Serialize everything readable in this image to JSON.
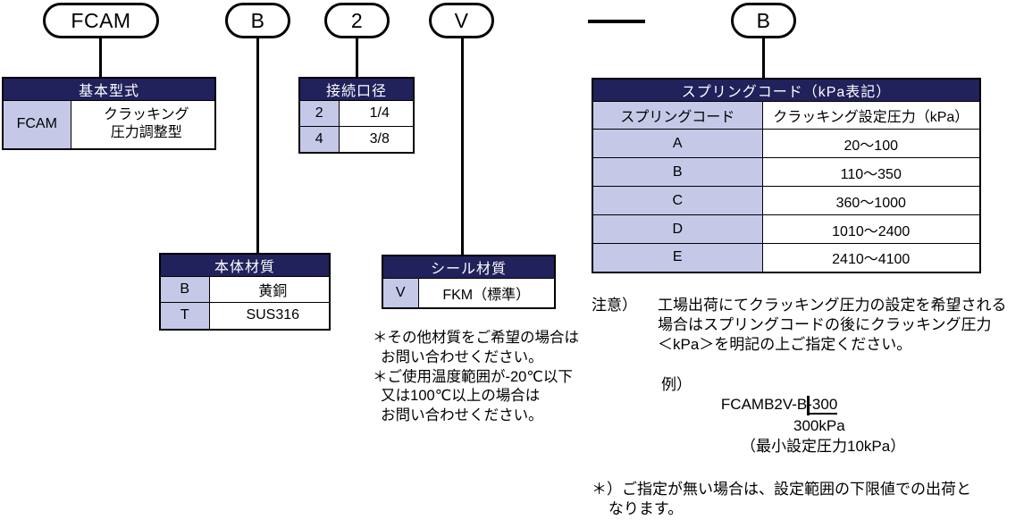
{
  "diagram": {
    "title": "FCAM product code breakdown",
    "colors": {
      "header_navy": "#21215c",
      "key_lavender": "#c6c8e8",
      "line_black": "#000000",
      "background": "#ffffff"
    }
  },
  "code_capsules": [
    {
      "name": "basic-model",
      "value": "FCAM"
    },
    {
      "name": "body-material",
      "value": "B"
    },
    {
      "name": "port-size",
      "value": "2"
    },
    {
      "name": "seal-material",
      "value": "V"
    },
    {
      "name": "spring-code",
      "value": "B"
    }
  ],
  "separator_dash": "—",
  "tables": {
    "basic_model": {
      "header": "基本型式",
      "rows": [
        {
          "code": "FCAM",
          "desc": "クラッキング\n圧力調整型"
        }
      ]
    },
    "port_size": {
      "header": "接続口径",
      "rows": [
        {
          "code": "2",
          "desc": "1/4"
        },
        {
          "code": "4",
          "desc": "3/8"
        }
      ]
    },
    "body_material": {
      "header": "本体材質",
      "rows": [
        {
          "code": "B",
          "desc": "黄銅"
        },
        {
          "code": "T",
          "desc": "SUS316"
        }
      ]
    },
    "seal_material": {
      "header": "シール材質",
      "rows": [
        {
          "code": "V",
          "desc": "FKM（標準）"
        }
      ]
    },
    "spring_code": {
      "header": "スプリングコード（kPa表記）",
      "columns": [
        "スプリングコード",
        "クラッキング設定圧力（kPa）"
      ],
      "rows": [
        {
          "code": "A",
          "range": "20〜100"
        },
        {
          "code": "B",
          "range": "110〜350"
        },
        {
          "code": "C",
          "range": "360〜1000"
        },
        {
          "code": "D",
          "range": "1010〜2400"
        },
        {
          "code": "E",
          "range": "2410〜4100"
        }
      ]
    }
  },
  "notes": {
    "seal_footnotes": "＊その他材質をご希望の場合は\n  お問い合わせください。\n＊ご使用温度範囲が-20℃以下\n  又は100℃以上の場合は\n  お問い合わせください。",
    "caution_label": "注意）",
    "caution_body": "工場出荷にてクラッキング圧力の設定を希望される\n場合はスプリングコードの後にクラッキング圧力\n＜kPa＞を明記の上ご指定ください。",
    "example_label": "例）",
    "example_code_prefix": "FCAMB2V-B",
    "example_code_suffix": "-300",
    "example_value": "300kPa",
    "example_min": "（最小設定圧力10kPa）",
    "final_note": "＊）ご指定が無い場合は、設定範囲の下限値での出荷と\n    なります。"
  }
}
